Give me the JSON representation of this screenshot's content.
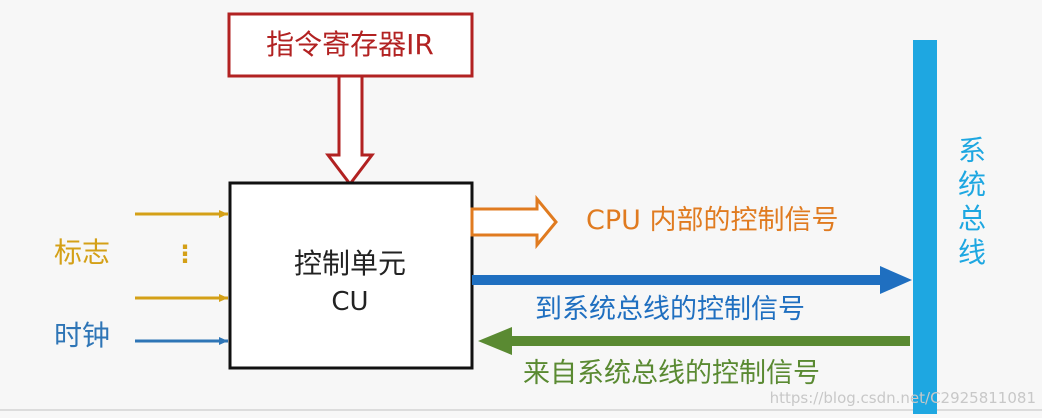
{
  "ir_label": "指令寄存器IR",
  "cu_label_line1": "控制单元",
  "cu_label_line2": "CU",
  "flags_label": "标志",
  "ellipsis": "⋮",
  "clock_label": "时钟",
  "bus_label_chars": [
    "系",
    "统",
    "总",
    "线"
  ],
  "cpu_internal_label": "CPU 内部的控制信号",
  "to_bus_label": "到系统总线的控制信号",
  "from_bus_label": "来自系统总线的控制信号",
  "watermark": "https://blog.csdn.net/C2925811081",
  "colors": {
    "ir_border": "#b22222",
    "ir_text": "#b22222",
    "flag": "#d4a017",
    "clock": "#2e75b6",
    "bus": "#1ea7e1",
    "cpu_internal": "#e07b20",
    "to_bus": "#1f6fc0",
    "from_bus": "#5a8a32",
    "cu_border": "#111111"
  }
}
